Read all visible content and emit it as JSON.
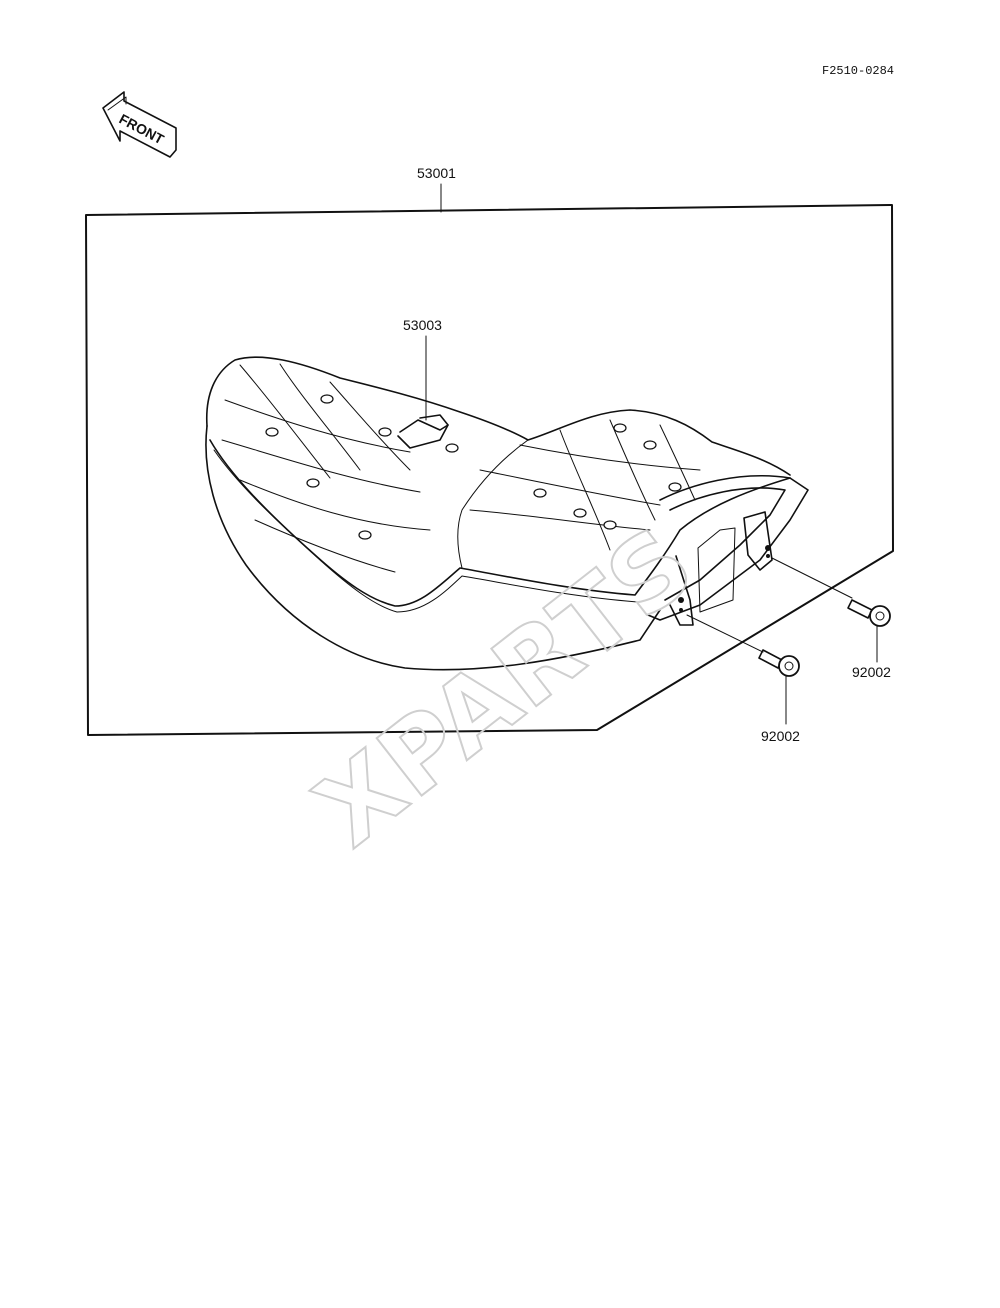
{
  "diagram": {
    "drawing_code": "F2510-0284",
    "front_label": "FRONT",
    "watermark": "XPARTS",
    "parts": [
      {
        "number": "53001"
      },
      {
        "number": "53003"
      },
      {
        "number": "92002"
      },
      {
        "number": "92002"
      }
    ]
  }
}
